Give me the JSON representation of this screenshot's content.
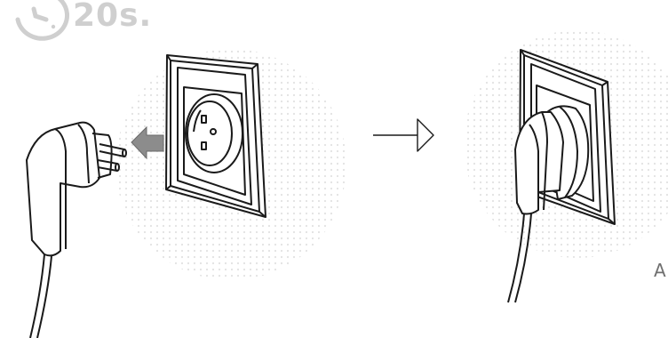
{
  "header": {
    "timer_text": "20s.",
    "timer_icon": "clock-icon"
  },
  "step_arrow": {
    "icon": "arrow-right-icon"
  },
  "corner_label": "A",
  "colors": {
    "outline": "#1a1a1a",
    "timer": "#cfcfcf",
    "insert_arrow": "#8c8c8c",
    "dots": "#e2e2e2"
  },
  "panels": [
    {
      "illustration": "plug-before-insertion",
      "icon": "wall-socket-icon",
      "overlay_icon": "insert-arrow-icon"
    },
    {
      "illustration": "plug-inserted-in-socket",
      "icon": "wall-socket-icon"
    }
  ]
}
